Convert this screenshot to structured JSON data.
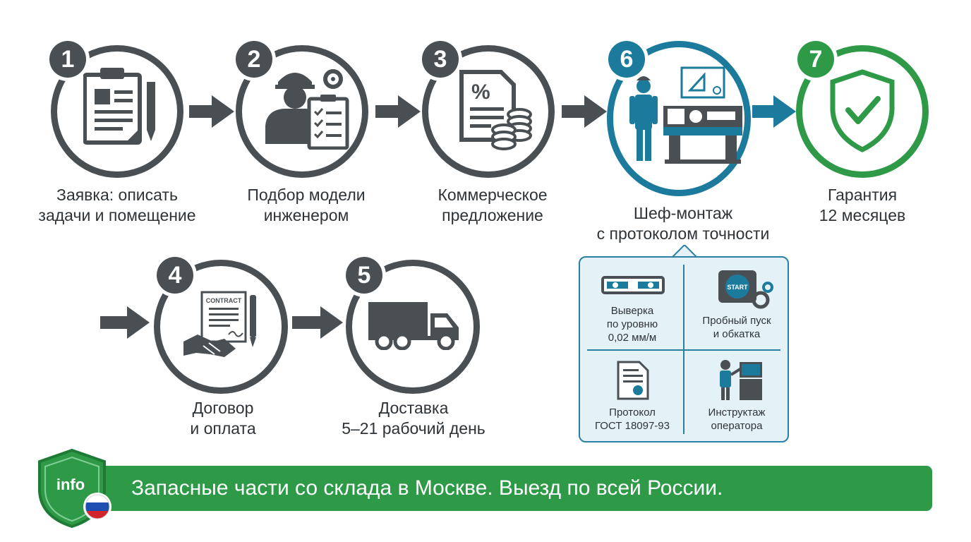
{
  "steps": [
    {
      "number": "1",
      "line1": "Заявка: описать",
      "line2": "задачи и помещение"
    },
    {
      "number": "2",
      "line1": "Подбор модели",
      "line2": "инженером"
    },
    {
      "number": "3",
      "line1": "Коммерческое",
      "line2": "предложение"
    },
    {
      "number": "6",
      "line1": "Шеф-монтаж",
      "line2": "с протоколом точности"
    },
    {
      "number": "7",
      "line1": "Гарантия",
      "line2": "12 месяцев"
    },
    {
      "number": "4",
      "line1": "Договор",
      "line2": "и оплата"
    },
    {
      "number": "5",
      "line1": "Доставка",
      "line2": "5–21 рабочий день"
    }
  ],
  "icons": {
    "contract_title": "CONTRACT",
    "start_label": "START",
    "percent": "%"
  },
  "panel": {
    "cells": [
      {
        "icon": "level-icon",
        "line1": "Выверка",
        "line2": "по уровню",
        "line3": "0,02 мм/м"
      },
      {
        "icon": "start-gears-icon",
        "line1": "Пробный пуск",
        "line2": "и обкатка"
      },
      {
        "icon": "certificate-icon",
        "line1": "Протокол",
        "line2": "ГОСТ 18097-93"
      },
      {
        "icon": "operator-training-icon",
        "line1": "Инструктаж",
        "line2": "оператора"
      }
    ]
  },
  "banner": {
    "shield_text": "info",
    "text": "Запасные части со склада в Москве. Выезд по всей России."
  },
  "colors": {
    "gray": "#4a4f54",
    "blue": "#1c7b9c",
    "green": "#2e9a48",
    "panel_bg": "#e4f2f8"
  }
}
